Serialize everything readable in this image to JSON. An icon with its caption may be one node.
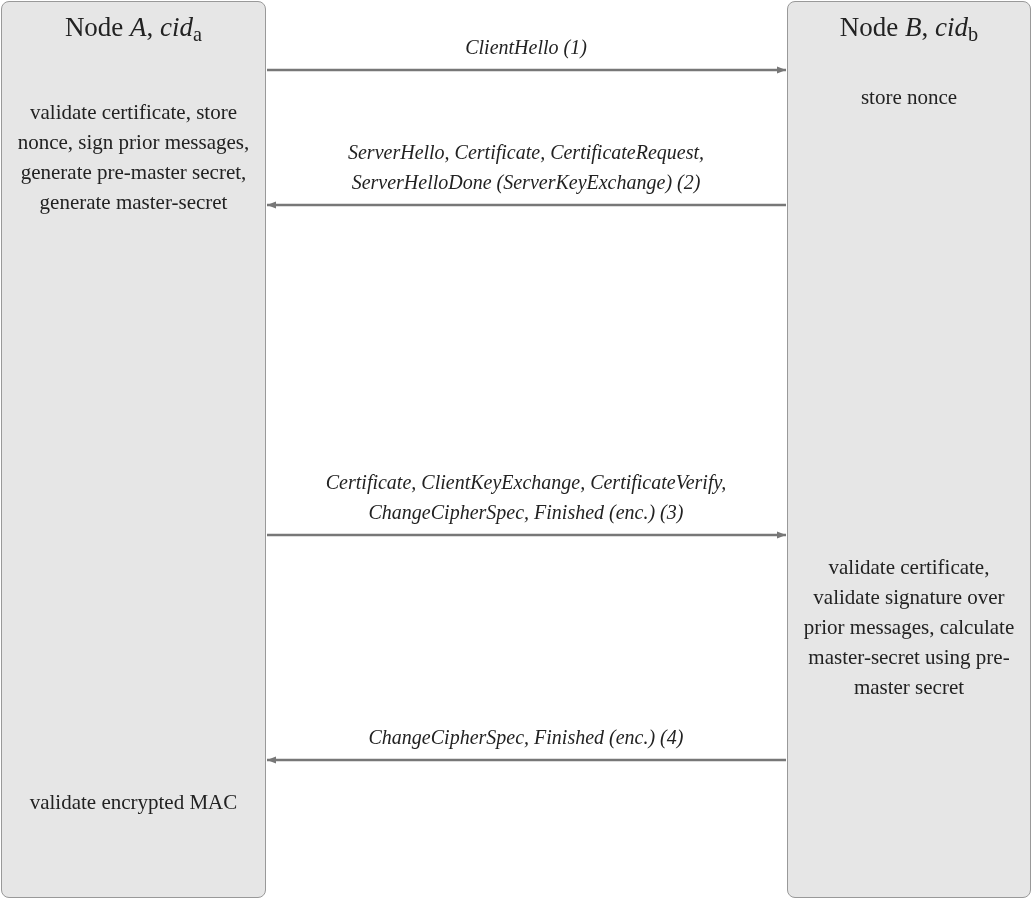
{
  "diagram": {
    "nodes": [
      {
        "text": [
          "Node *A*, *cid*$_{a}$",
          "validate certificate, store nonce, sign prior messages, generate pre-master secret, generate master-secret",
          "validate encrypted MAC"
        ]
      },
      {
        "text": [
          "Node *B*, *cid*$_{b}$",
          "store nonce",
          "validate certificate, validate signature over prior messages, calculate master-secret using pre-master secret"
        ]
      }
    ],
    "edges": [
      {
        "from": 0,
        "to": 1,
        "arrow": "to",
        "label": "ClientHello (1)"
      },
      {
        "from": 1,
        "to": 0,
        "arrow": "to",
        "label": "ServerHello, Certificate, CertificateRequest, ServerHelloDone (ServerKeyExchange) (2)"
      },
      {
        "from": 0,
        "to": 1,
        "arrow": "to",
        "label": "Certificate, ClientKeyExchange, CertificateVerify, ChangeCipherSpec, Finished (enc.) (3)"
      },
      {
        "from": 1,
        "to": 0,
        "arrow": "to",
        "label": "ChangeCipherSpec, Finished (enc.) (4)"
      }
    ]
  }
}
